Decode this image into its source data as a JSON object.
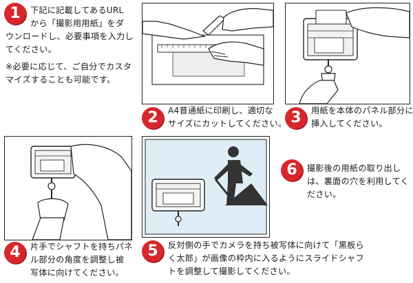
{
  "colors": {
    "accent": "#d7262c",
    "panel_bg": "#dfeef6"
  },
  "steps": [
    {
      "number": "1",
      "lines": [
        "下記に記載してあるURL",
        "から「撮影用用紙」をダ",
        "ウンロードし、必要事項を入力し",
        "てください。",
        "※必要に応じて、ご自分でカスタ",
        "マイズすることも可能です。"
      ]
    },
    {
      "number": "2",
      "lines": [
        "A4普通紙に印刷し、適切な",
        "サイズにカットしてください。"
      ]
    },
    {
      "number": "3",
      "lines": [
        "用紙を本体のパネル部分に",
        "挿入してください。"
      ]
    },
    {
      "number": "4",
      "lines": [
        "片手でシャフトを持ちパネ",
        "ル部分の角度を調整し被",
        "写体に向けてください。"
      ]
    },
    {
      "number": "5",
      "lines": [
        "反対側の手でカメラを持ち被写体に向けて「黒板ら",
        "く太郎」が画像の枠内に入るようにスライドシャフ",
        "トを調整して撮影してください。"
      ]
    },
    {
      "number": "6",
      "lines": [
        "撮影後の用紙の取り出し",
        "は、裏面の穴を利用してく",
        "ださい。"
      ]
    }
  ]
}
